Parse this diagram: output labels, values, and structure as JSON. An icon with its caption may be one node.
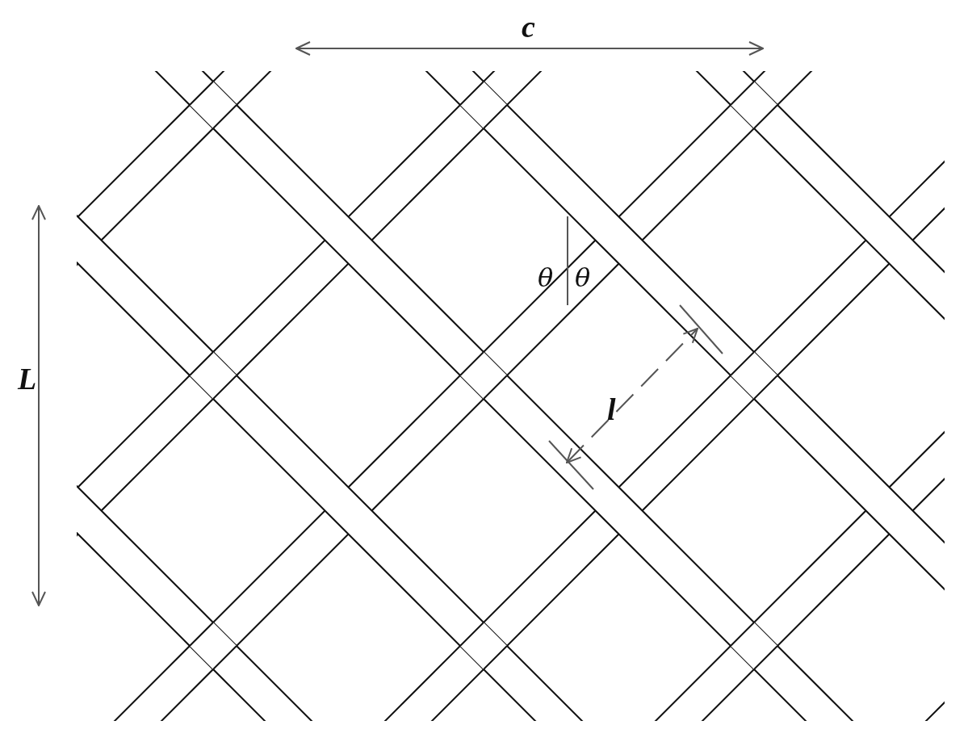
{
  "diagram": {
    "labels": [
      "c",
      "L",
      "θ",
      "θ",
      "l"
    ]
  }
}
